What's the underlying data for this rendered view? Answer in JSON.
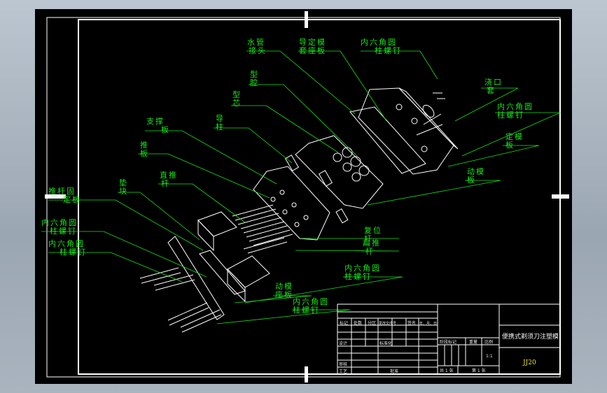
{
  "drawing": {
    "labels": [
      {
        "id": "water-nozzle",
        "l1": "水管",
        "l2": "接头"
      },
      {
        "id": "guide-fixed-plate",
        "l1": "导定模",
        "l2": "套座板"
      },
      {
        "id": "socket-screw-top",
        "l1": "内六角圆",
        "l2": "柱螺钉"
      },
      {
        "id": "cavity",
        "l1": "型",
        "l2": "腔"
      },
      {
        "id": "core",
        "l1": "型",
        "l2": "芯"
      },
      {
        "id": "gate-ring",
        "l1": "浇口",
        "l2": "套"
      },
      {
        "id": "socket-screw-right",
        "l1": "内六角圆",
        "l2": "柱螺钉"
      },
      {
        "id": "fixed-plate",
        "l1": "定模",
        "l2": "板"
      },
      {
        "id": "support-plate",
        "l1": "支撑",
        "l2": "板"
      },
      {
        "id": "guide-pin",
        "l1": "导",
        "l2": "柱"
      },
      {
        "id": "push-plate",
        "l1": "推",
        "l2": "板"
      },
      {
        "id": "moving-plate",
        "l1": "动模",
        "l2": "板"
      },
      {
        "id": "spacer-block",
        "l1": "垫",
        "l2": "块"
      },
      {
        "id": "straight-pusher",
        "l1": "直推",
        "l2": "杆"
      },
      {
        "id": "push-fixed-plate",
        "l1": "推杆固",
        "l2": "定板"
      },
      {
        "id": "socket-screw-left1",
        "l1": "内六角圆",
        "l2": "柱螺钉"
      },
      {
        "id": "socket-screw-left2",
        "l1": "内六角圆",
        "l2": "柱螺钉"
      },
      {
        "id": "reset-rod",
        "l1": "复位",
        "l2": "杆"
      },
      {
        "id": "flat-pusher",
        "l1": "扁推",
        "l2": "杆"
      },
      {
        "id": "socket-screw-bottom",
        "l1": "内六角圆",
        "l2": "柱螺钉"
      },
      {
        "id": "moving-base-plate",
        "l1": "动模",
        "l2": "座板"
      },
      {
        "id": "socket-screw-bottom2",
        "l1": "内六角圆",
        "l2": "柱螺钉"
      }
    ]
  },
  "title_block": {
    "title": "便携式剃须刀注塑模",
    "drawing_no": "JJ20",
    "scale": "1:1",
    "sheets": "共 1 张",
    "sheet_no": "第 1 张",
    "headers": [
      "标记",
      "处数",
      "分区",
      "更改文件号",
      "签名",
      "年、月、日"
    ],
    "rows": [
      "设计",
      "标准化",
      "审核",
      "工艺",
      "批准"
    ],
    "stage_label": "阶段标记",
    "weight_label": "重量",
    "scale_label": "比例"
  }
}
